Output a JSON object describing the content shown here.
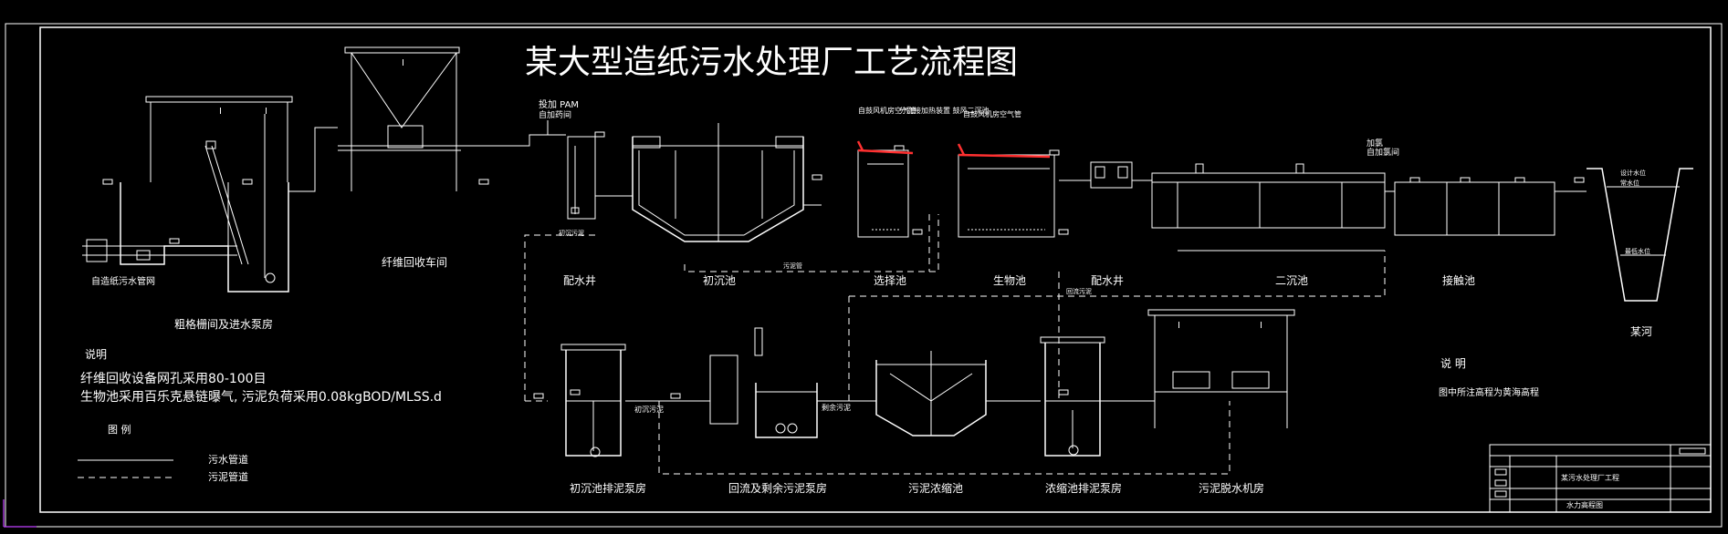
{
  "title": "某大型造纸污水处理厂工艺流程图",
  "colors": {
    "background": "#000000",
    "line": "#ffffff",
    "accent_red": "#ff3030",
    "axis_magenta": "#c040ff"
  },
  "units": {
    "coarse_screen": "粗格栅间及进水泵房",
    "fiber_recovery": "纤维回收车间",
    "distribution_well_1": "配水井",
    "primary_settling": "初沉池",
    "selector": "选择池",
    "bio_tank": "生物池",
    "distribution_well_2": "配水井",
    "secondary_settling": "二沉池",
    "contact_tank": "接触池",
    "river": "某河",
    "primary_sludge_pump": "初沉池排泥泵房",
    "return_sludge_pump": "回流及剩余污泥泵房",
    "sludge_thickener": "污泥浓缩池",
    "thickened_sludge_pump": "浓缩池排泥泵房",
    "dewatering": "污泥脱水机房"
  },
  "annotations": {
    "inlet_pipe": "自造纸污水管网",
    "pam": "投加 PAM",
    "pam_sub": "自加药间",
    "air1": "自鼓风机房空气管",
    "air2": "分别接加热装置 鼓风二沉池",
    "air3": "自鼓风机房空气管",
    "chlorine": "加氯",
    "chlorine_sub": "自加氯间",
    "river_high": "设计水位",
    "river_low": "常水位",
    "river_bottom": "最低水位",
    "sludge_pipe_1": "初沉污泥",
    "sludge_pipe_2": "初沉污泥",
    "sludge_pipe_3": "剩余污泥",
    "sludge_pipe_4": "回流污泥",
    "sludge_pipe_5": "污泥管"
  },
  "notes_left": {
    "heading": "说明",
    "line1": "纤维回收设备网孔采用80-100目",
    "line2": "生物池采用百乐克悬链曝气, 污泥负荷采用0.08kgBOD/MLSS.d"
  },
  "legend": {
    "heading": "图 例",
    "sewage": "污水管道",
    "sludge": "污泥管道"
  },
  "notes_right": {
    "heading": "说 明",
    "line1": "图中所注高程为黄海高程"
  },
  "title_block": {
    "project": "某污水处理厂工程",
    "drawing": "水力高程图"
  }
}
